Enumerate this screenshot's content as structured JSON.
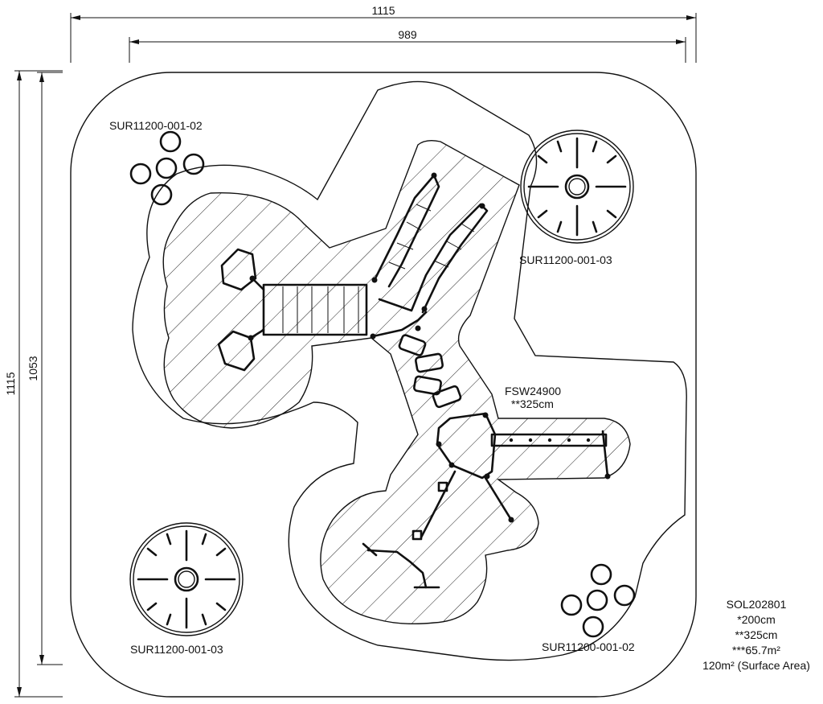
{
  "dimensions": {
    "outer_width": "1115",
    "inner_width": "989",
    "outer_height": "1115",
    "inner_height": "1053"
  },
  "components": [
    {
      "code": "SUR11200-001-02",
      "kind": "stepping-circles"
    },
    {
      "code": "SUR11200-001-03",
      "kind": "round-disc"
    },
    {
      "code": "FSW24900",
      "note": "**325cm",
      "kind": "play-structure"
    },
    {
      "code": "SUR11200-001-03",
      "kind": "round-disc"
    },
    {
      "code": "SUR11200-001-02",
      "kind": "stepping-circles"
    }
  ],
  "info": {
    "product_code": "SOL202801",
    "line1": "*200cm",
    "line2": "**325cm",
    "line3": "***65.7m²",
    "surface_area": "120m² (Surface Area)"
  }
}
